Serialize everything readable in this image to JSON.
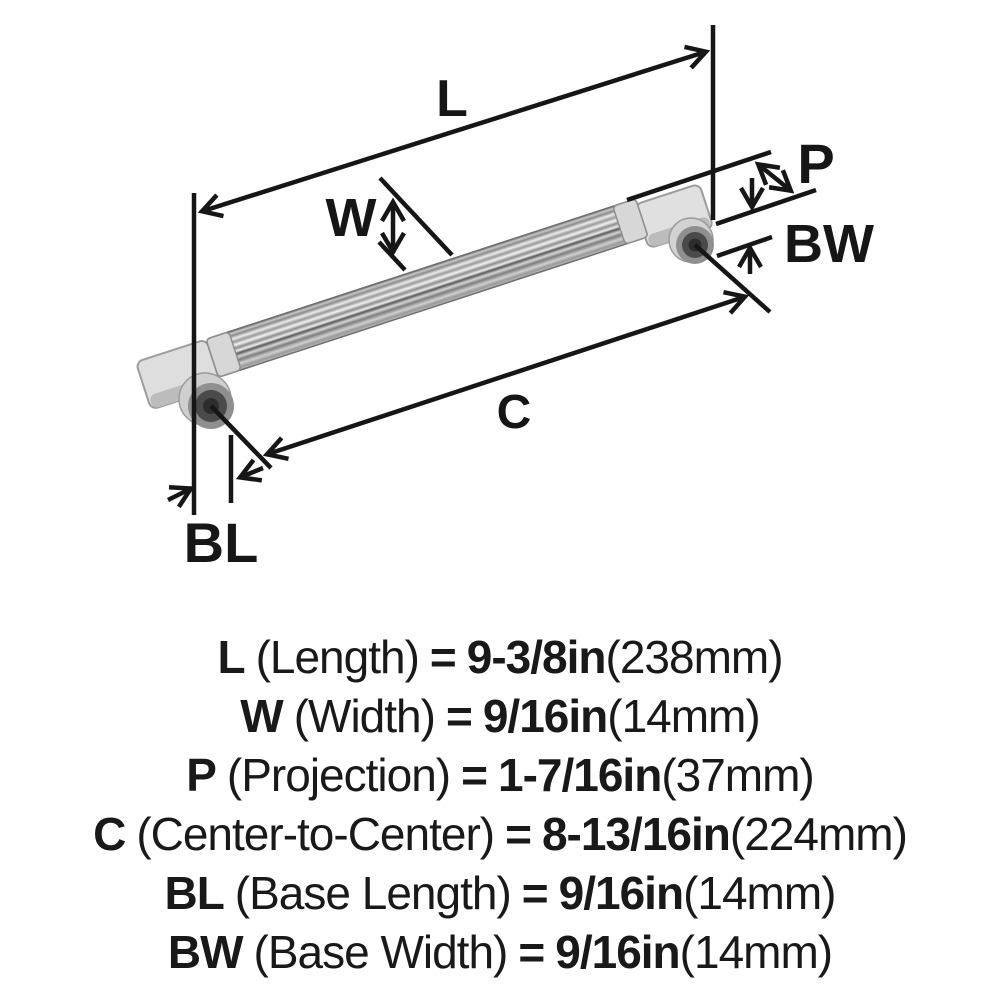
{
  "diagram": {
    "dim_labels": {
      "length": "L",
      "width": "W",
      "projection": "P",
      "base_width": "BW",
      "center_to_center": "C",
      "base_length": "BL"
    }
  },
  "specs": [
    {
      "abbr": "L",
      "name": "(Length)",
      "equals": "=",
      "value": "9-3/8in",
      "metric": "(238mm)"
    },
    {
      "abbr": "W",
      "name": "(Width)",
      "equals": "=",
      "value": "9/16in",
      "metric": "(14mm)"
    },
    {
      "abbr": "P",
      "name": "(Projection)",
      "equals": "=",
      "value": "1-7/16in",
      "metric": "(37mm)"
    },
    {
      "abbr": "C",
      "name": "(Center-to-Center)",
      "equals": "=",
      "value": "8-13/16in",
      "metric": "(224mm)"
    },
    {
      "abbr": "BL",
      "name": "(Base Length)",
      "equals": "=",
      "value": "9/16in",
      "metric": "(14mm)"
    },
    {
      "abbr": "BW",
      "name": "(Base Width)",
      "equals": "=",
      "value": "9/16in",
      "metric": "(14mm)"
    }
  ],
  "colors": {
    "line": "#161616",
    "text": "#191919",
    "metal_light": "#e8e8e8",
    "metal_mid": "#9a9a9a",
    "metal_dark": "#2d2d2d",
    "background": "#ffffff"
  }
}
